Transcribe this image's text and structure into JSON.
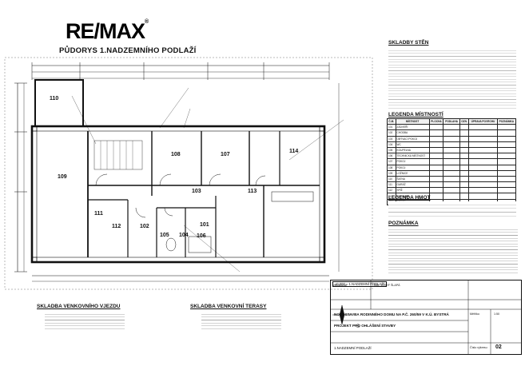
{
  "brand": {
    "logo": "RE/MAX",
    "registered": "®"
  },
  "drawing": {
    "title": "PŮDORYS 1.NADZEMNÍHO PODLAŽÍ",
    "rooms": [
      "101",
      "102",
      "103",
      "104",
      "105",
      "106",
      "107",
      "108",
      "109",
      "110",
      "111",
      "112",
      "113",
      "114"
    ],
    "scale_note": "±0.000 = 1.NADZEMNÍ PODLAŽÍ"
  },
  "sections": {
    "walls_title": "SKLADBY STĚN",
    "rooms_title": "LEGENDA MÍSTNOSTÍ",
    "materials_title": "LEGENDA HMOT",
    "notes_title": "POZNÁMKA",
    "entrance_title": "SKLADBA VENKOVNÍHO VJEZDU",
    "terrace_title": "SKLADBA VENKOVNÍ TERASY"
  },
  "room_table": {
    "headers": [
      "Č.M.",
      "MÍSTNOST",
      "PLOCHA",
      "PODLAHA",
      "OZN.",
      "ÚPRAVA POVRCHU",
      "POZNÁMKA"
    ],
    "rows": [
      [
        "101",
        "ZÁDVEŘÍ",
        "",
        "",
        "",
        "",
        ""
      ],
      [
        "102",
        "CHODBA",
        "",
        "",
        "",
        "",
        ""
      ],
      [
        "103",
        "OBÝVACÍ POKOJ",
        "",
        "",
        "",
        "",
        ""
      ],
      [
        "104",
        "WC",
        "",
        "",
        "",
        "",
        ""
      ],
      [
        "105",
        "KOUPELNA",
        "",
        "",
        "",
        "",
        ""
      ],
      [
        "106",
        "TECHNICKÁ MÍSTNOST",
        "",
        "",
        "",
        "",
        ""
      ],
      [
        "107",
        "POKOJ",
        "",
        "",
        "",
        "",
        ""
      ],
      [
        "108",
        "POKOJ",
        "",
        "",
        "",
        "",
        ""
      ],
      [
        "109",
        "LOŽNICE",
        "",
        "",
        "",
        "",
        ""
      ],
      [
        "110",
        "ŠATNA",
        "",
        "",
        "",
        "",
        ""
      ],
      [
        "111",
        "GARÁŽ",
        "",
        "",
        "",
        "",
        ""
      ],
      [
        "112",
        "SPÍŽ",
        "",
        "",
        "",
        "",
        ""
      ],
      [
        "113",
        "KUCHYNĚ",
        "",
        "",
        "",
        "",
        ""
      ],
      [
        "114",
        "POKOJ",
        "",
        "",
        "",
        "",
        ""
      ]
    ]
  },
  "title_block": {
    "project": "NOVOSTAVBA RODINNÉHO DOMU NA P.Č. 260/59 V K.Ú. BYSTRÁ",
    "stage": "PROJEKT PRO OHLÁŠENÍ STAVBY",
    "sheet": "1.NADZEMNÍ PODLAŽÍ",
    "number": "02",
    "scale": "1:50",
    "author": "ING. JOSEF ŠLAPÁ",
    "label_author": "Vypracoval",
    "label_scale": "Měřítko",
    "label_number": "Číslo výkresu"
  },
  "north_symbol": "S"
}
